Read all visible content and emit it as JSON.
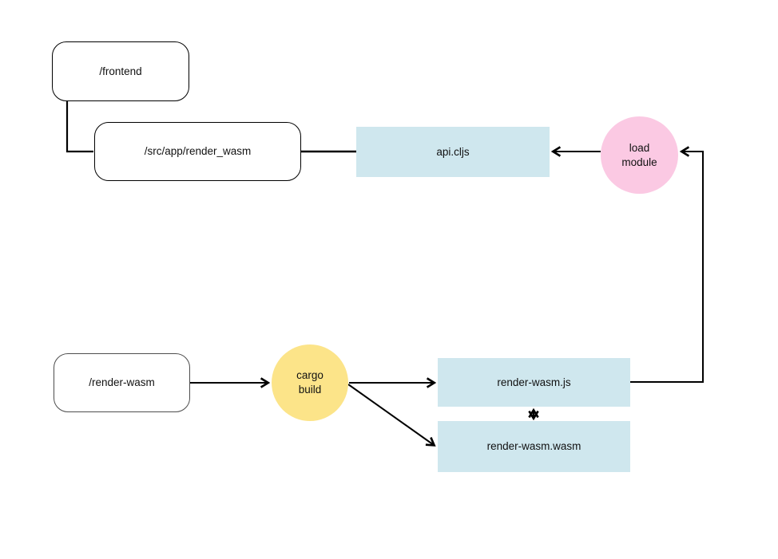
{
  "diagram": {
    "nodes": {
      "frontend": {
        "label": "/frontend",
        "shape": "rounded-rectangle",
        "fill": "#ffffff"
      },
      "src_app": {
        "label": "/src/app/render_wasm",
        "shape": "rounded-rectangle",
        "fill": "#ffffff"
      },
      "api_cljs": {
        "label": "api.cljs",
        "shape": "rectangle",
        "fill": "#cfe7ee"
      },
      "load_module": {
        "label": "load module",
        "shape": "circle",
        "fill": "#fbc9e3"
      },
      "render_wasm_dir": {
        "label": "/render-wasm",
        "shape": "rounded-rectangle",
        "fill": "#ffffff"
      },
      "cargo_build": {
        "label": "cargo build",
        "shape": "circle",
        "fill": "#fce489"
      },
      "render_wasm_js": {
        "label": "render-wasm.js",
        "shape": "rectangle",
        "fill": "#cfe7ee"
      },
      "render_wasm_wasm": {
        "label": "render-wasm.wasm",
        "shape": "rectangle",
        "fill": "#cfe7ee"
      }
    },
    "edges": [
      {
        "from": "frontend",
        "to": "src_app",
        "arrow": "none",
        "style": "elbow"
      },
      {
        "from": "src_app",
        "to": "api_cljs",
        "arrow": "none",
        "style": "straight"
      },
      {
        "from": "load_module",
        "to": "api_cljs",
        "arrow": "end",
        "style": "straight"
      },
      {
        "from": "render_wasm_js",
        "to": "load_module",
        "arrow": "end",
        "style": "elbow"
      },
      {
        "from": "render_wasm_dir",
        "to": "cargo_build",
        "arrow": "end",
        "style": "straight"
      },
      {
        "from": "cargo_build",
        "to": "render_wasm_js",
        "arrow": "end",
        "style": "straight"
      },
      {
        "from": "cargo_build",
        "to": "render_wasm_wasm",
        "arrow": "end",
        "style": "diagonal"
      },
      {
        "from": "render_wasm_js",
        "to": "render_wasm_wasm",
        "arrow": "both",
        "style": "straight"
      }
    ],
    "colors": {
      "background": "#ffffff",
      "node_blue": "#cfe7ee",
      "node_pink": "#fbc9e3",
      "node_yellow": "#fce489",
      "line": "#000000",
      "text": "#111111"
    }
  }
}
